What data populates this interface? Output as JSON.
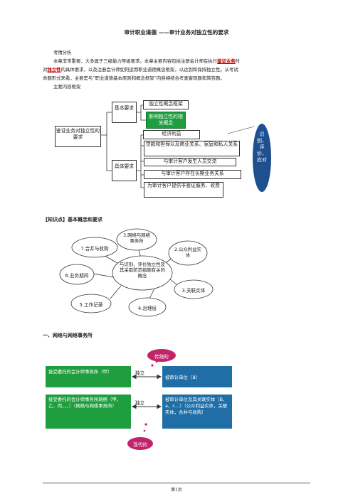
{
  "doc": {
    "title": "审计职业道德 ——审计业务对独立性的要求",
    "kaoqing_label": "考情分析",
    "para_a": "本章非常重要，大多属于三级能力等级要求。本章主要内容包括注册会计师在执行",
    "para_hl1": "鉴证业务",
    "para_b": "时",
    "para_c": "对",
    "para_hl2": "独立性",
    "para_d": "的具体要求，以及注册会计师如何运用职业道德概念框架，以达到和保持独立性。从考试",
    "para_e": "命题形式来看，主要是与“职业道德基本原则和概念框架”内容相结合考查客观题和简答题。",
    "framework_label": "主要内容框架",
    "knowledge_heading": "【知识点】基本概念和要求",
    "section1": "一、网络与网络事务所",
    "page_number": "第1页"
  },
  "framework": {
    "root": "鉴证业务对独立性的要求",
    "basic": "基本要求",
    "basic_items": [
      "独立性概念框架",
      "影响独立性的相关概念"
    ],
    "specific": "具体要求",
    "specific_items": [
      "经济利益",
      "贷款和担保以及商业关系、家庭和私人关系",
      "与审计客户发生人员交流",
      "与审计客户存在长期业务关系",
      "为审计客户提供非鉴证服务、收费"
    ],
    "side_note": "识别、评价、应对"
  },
  "concept_map": {
    "center": "与识别、评价独立性及其采取防范措施有关的概念",
    "nodes": [
      "3.网络与网络事务所",
      "2.公众利益实体",
      "3.关联实体",
      "4.治理层",
      "5.工作记录",
      "6.业务期间",
      "7.合并与收购"
    ]
  },
  "network_diagram": {
    "traditional": "传统的",
    "modern": "现代的",
    "independent": "独立",
    "left_top": "接受委托的会计师事务所（甲）",
    "right_top": "被审计单位（B）",
    "left_bottom": "接受委托的会计师事务所网络（甲、乙、丙、、、）（网络与网络事务所）",
    "right_bottom": "被审计单位及其关联实体（B、a、c…）（公众利益实体，关联实体，合并与收购）"
  },
  "colors": {
    "highlight": "#c00000",
    "green_box": "#1e9e3e",
    "blue_box": "#1f6fa6",
    "pink_oval": "#c0246a",
    "note_ellipse": "#1e4f8f"
  }
}
